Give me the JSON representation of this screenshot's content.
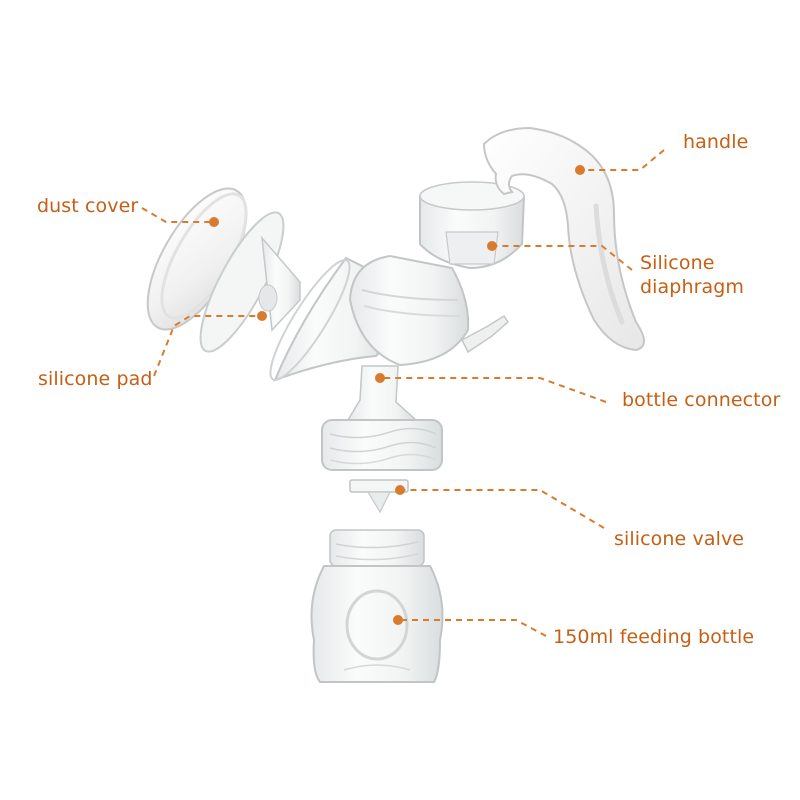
{
  "diagram": {
    "accent_color": "#d97a2c",
    "label_color": "#c65f14",
    "labels": {
      "handle": "handle",
      "dust_cover": "dust cover",
      "silicone_diaphragm_line1": "Silicone",
      "silicone_diaphragm_line2": "diaphragm",
      "silicone_pad": "silicone pad",
      "bottle_connector": "bottle connector",
      "silicone_valve": "silicone valve",
      "feeding_bottle": "150ml feeding bottle"
    }
  }
}
